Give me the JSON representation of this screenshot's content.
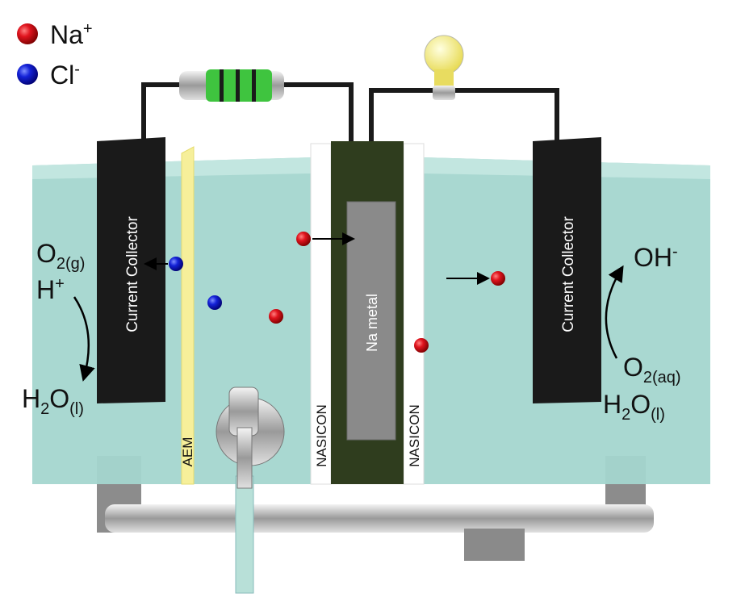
{
  "legend": [
    {
      "label": "Na",
      "sup": "+",
      "color": "#e0141e"
    },
    {
      "label": "Cl",
      "sup": "-",
      "color": "#1422d8"
    }
  ],
  "labels": {
    "current_collector_left": "Current Collector",
    "current_collector_right": "Current Collector",
    "aem": "AEM",
    "nasicon_left": "NASICON",
    "nasicon_right": "NASICON",
    "na_metal": "Na metal"
  },
  "left_reaction": {
    "o2": {
      "base": "O",
      "sub": "2(g)"
    },
    "h": {
      "base": "H",
      "sup": "+"
    },
    "h2o": {
      "base": "H",
      "sub1": "2",
      "base2": "O",
      "sub2": "(l)"
    }
  },
  "right_reaction": {
    "oh": {
      "base": "OH",
      "sup": "-"
    },
    "o2": {
      "base": "O",
      "sub": "2(aq)"
    },
    "h2o": {
      "base": "H",
      "sub1": "2",
      "base2": "O",
      "sub2": "(l)"
    }
  },
  "colors": {
    "water": "#9fd3cc",
    "collector": "#1a1a1a",
    "aem": "#f6ef9a",
    "center": "#2f3d1e",
    "na_metal": "#8a8a8a",
    "resistor_band": "#3fc43f"
  }
}
